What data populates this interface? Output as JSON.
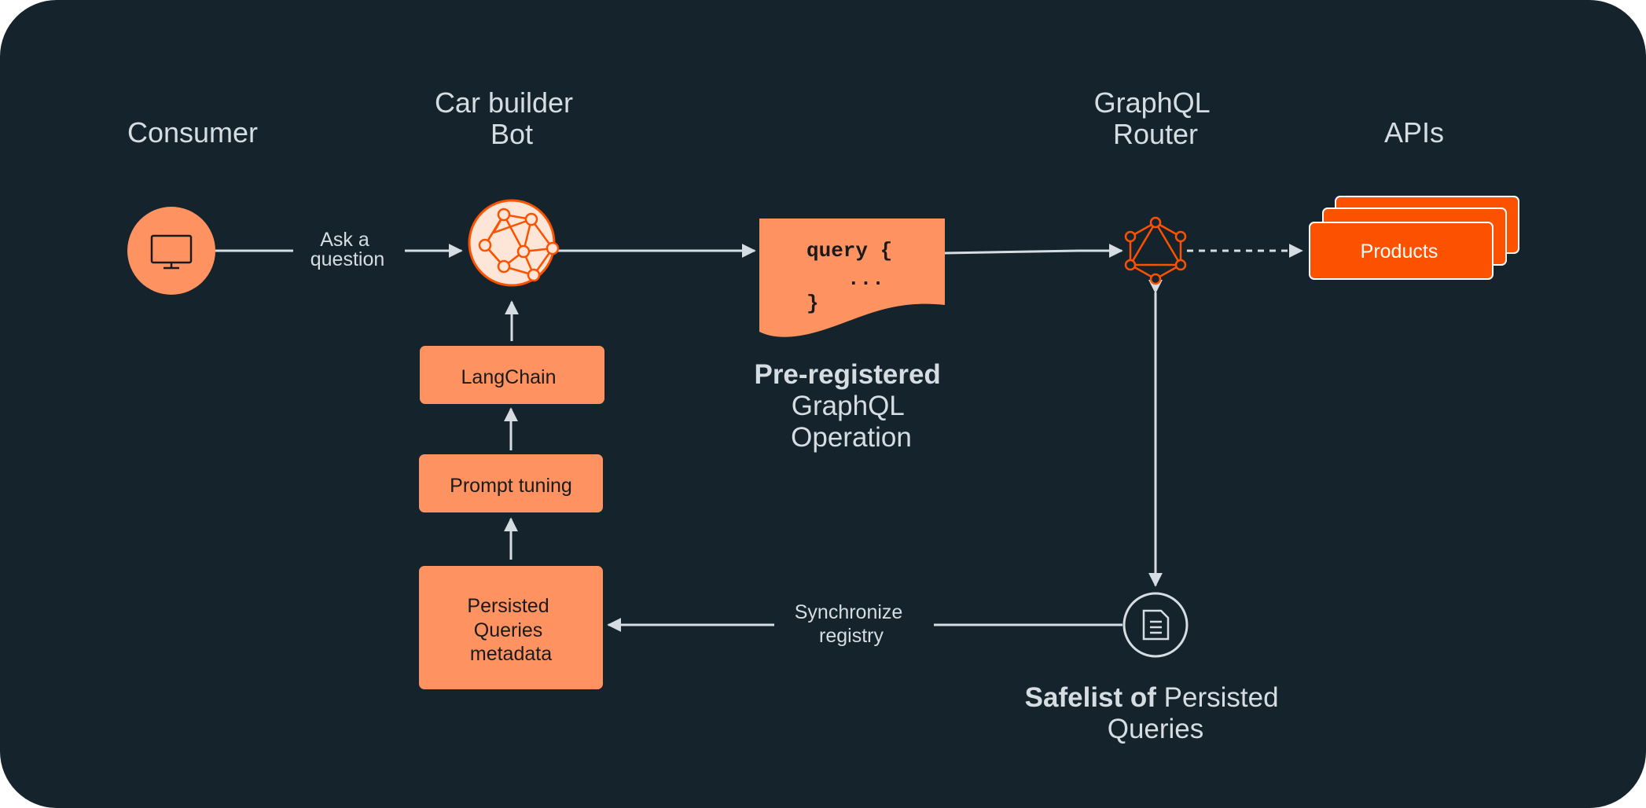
{
  "colors": {
    "background": "#15232c",
    "orange": "#fe9361",
    "orange_bright": "#fc5200",
    "line": "#d6dde2",
    "dark_text": "#1a1a1a"
  },
  "columns": {
    "consumer": [
      "Consumer"
    ],
    "bot": [
      "Car builder",
      "Bot"
    ],
    "router": [
      "GraphQL",
      "Router"
    ],
    "apis": [
      "APIs"
    ]
  },
  "edges": {
    "ask": [
      "Ask a",
      "question"
    ],
    "sync": [
      "Synchronize",
      "registry"
    ]
  },
  "boxes": {
    "langchain": "LangChain",
    "prompt_tuning": "Prompt tuning",
    "persisted": [
      "Persisted",
      "Queries",
      "metadata"
    ]
  },
  "operation": {
    "code": [
      "query {",
      "...",
      "}"
    ],
    "caption_bold": "Pre-registered",
    "caption": [
      "GraphQL",
      "Operation"
    ]
  },
  "api": {
    "label": "Products"
  },
  "safelist": {
    "caption_bold": "Safelist of",
    "caption_rest": "Persisted",
    "caption_line2": "Queries"
  },
  "icons": {
    "consumer": "monitor-icon",
    "bot": "neural-network-icon",
    "router": "graphql-icon",
    "safelist": "document-icon"
  }
}
